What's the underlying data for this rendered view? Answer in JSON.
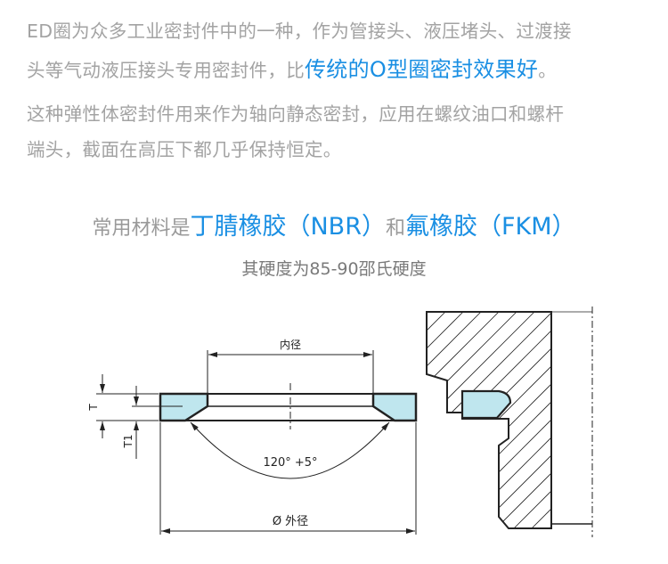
{
  "intro": {
    "line1": "ED圈为众多工业密封件中的一种，作为管接头、液压堵头、过渡接",
    "line2_prefix": "头等气动液压接头专用密封件，比",
    "line2_highlight": "传统的O型圈密封效果好",
    "line2_suffix": "。",
    "line3": "这种弹性体密封件用来作为轴向静态密封，应用在螺纹油口和螺杆",
    "line4": "端头，截面在高压下都几乎保持恒定。"
  },
  "materials": {
    "prefix": "常用材料是",
    "material1": "丁腈橡胶（NBR）",
    "joiner": "和",
    "material2": "氟橡胶（FKM）",
    "hardness": "其硬度为85-90邵氏硬度"
  },
  "diagram": {
    "inner_diameter": "内径",
    "outer_diameter": "Ø 外径",
    "angle": "120° +5°",
    "t_label": "T",
    "t1_label": "T1"
  },
  "colors": {
    "highlight": "#1a8fe3",
    "seal_fill": "#bfe6ee",
    "text": "#a3a3a3"
  }
}
